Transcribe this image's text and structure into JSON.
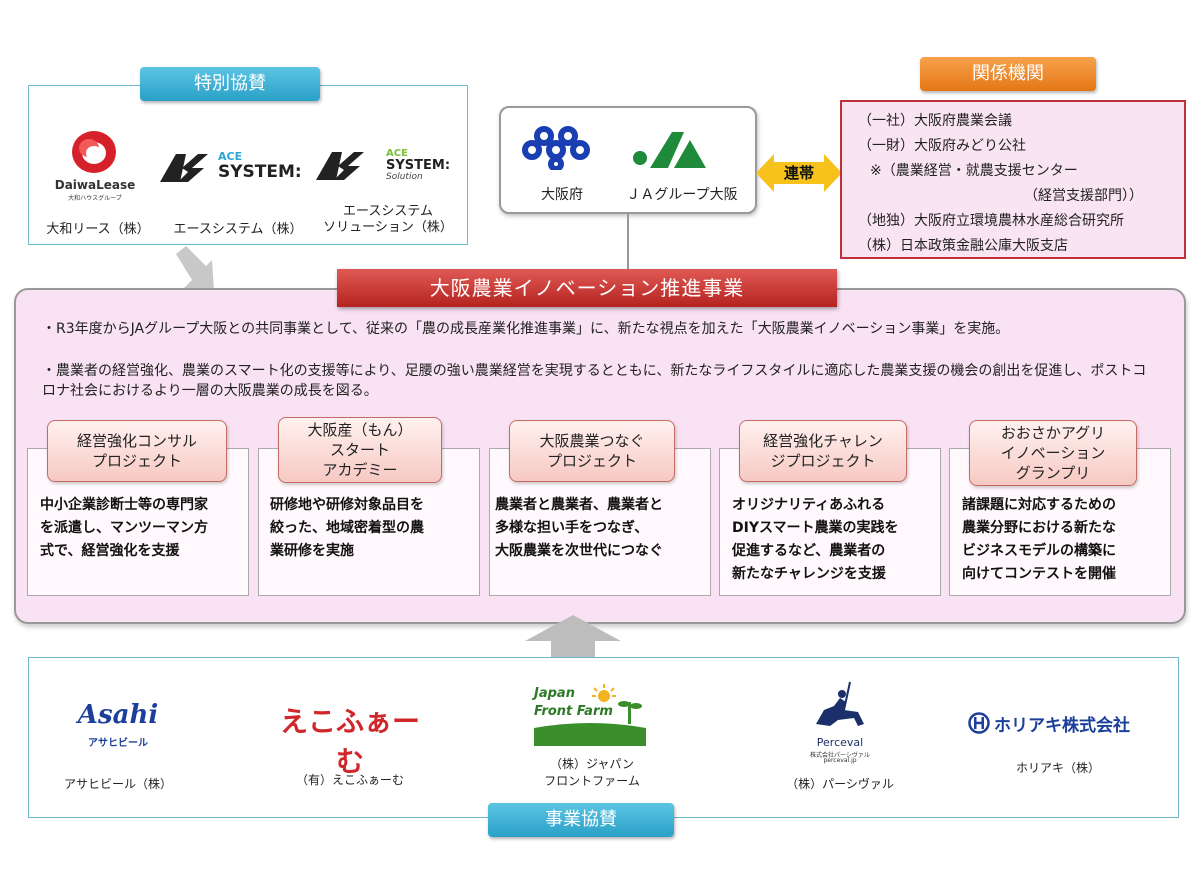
{
  "special_sponsor": {
    "tag": "特別協賛",
    "sponsors": [
      {
        "name": "大和リース（株）",
        "logo_text": "DaiwaLease",
        "logo_sub": "大和ハウスグループ"
      },
      {
        "name": "エースシステム（株）",
        "logo_mark": "AS",
        "logo_top": "ACE",
        "logo_bottom": "SYSTEM:"
      },
      {
        "name_line1": "エースシステム",
        "name_line2": "ソリューション（株）",
        "logo_mark": "AS",
        "logo_top": "ACE",
        "logo_bottom": "SYSTEM:",
        "logo_sub": "Solution"
      }
    ]
  },
  "center": {
    "left_label": "大阪府",
    "right_label": "ＪＡグループ大阪",
    "link_label": "連帯"
  },
  "related": {
    "tag": "関係機関",
    "lines": [
      "（一社）大阪府農業会議",
      "（一財）大阪府みどり公社",
      "※（農業経営・就農支援センター",
      "（経営支援部門））",
      "（地独）大阪府立環境農林水産総合研究所",
      "（株）日本政策金融公庫大阪支店"
    ]
  },
  "main": {
    "title": "大阪農業イノベーション推進事業",
    "intro1": "・R3年度からJAグループ大阪との共同事業として、従来の「農の成長産業化推進事業」に、新たな視点を加えた「大阪農業イノベーション事業」を実施。",
    "intro2": "・農業者の経営強化、農業のスマート化の支援等により、足腰の強い農業経営を実現するとともに、新たなライフスタイルに適応した農業支援の機会の創出を促進し、ポストコロナ社会におけるより一層の大阪農業の成長を図る。",
    "projects": [
      {
        "title_lines": [
          "経営強化コンサル",
          "プロジェクト"
        ],
        "desc_lines": [
          "中小企業診断士等の専門家",
          "を派遣し、マンツーマン方",
          "式で、経営強化を支援"
        ]
      },
      {
        "title_lines": [
          "大阪産（もん）",
          "スタート",
          "アカデミー"
        ],
        "desc_lines": [
          "研修地や研修対象品目を",
          "絞った、地域密着型の農",
          "業研修を実施"
        ]
      },
      {
        "title_lines": [
          "大阪農業つなぐ",
          "プロジェクト"
        ],
        "desc_lines": [
          "農業者と農業者、農業者と",
          "多様な担い手をつなぎ、",
          "大阪農業を次世代につなぐ"
        ]
      },
      {
        "title_lines": [
          "経営強化チャレン",
          "ジプロジェクト"
        ],
        "desc_lines": [
          "オリジナリティあふれる",
          "DIYスマート農業の実践を",
          "促進するなど、農業者の",
          "新たなチャレンジを支援"
        ]
      },
      {
        "title_lines": [
          "おおさかアグリ",
          "イノベーション",
          "グランプリ"
        ],
        "desc_lines": [
          "諸課題に対応するための",
          "農業分野における新たな",
          "ビジネスモデルの構築に",
          "向けてコンテストを開催"
        ]
      }
    ]
  },
  "business_sponsor": {
    "tag": "事業協賛",
    "sponsors": [
      {
        "name": "アサヒビール（株）",
        "logo_text": "Asahi",
        "logo_sub": "アサヒビール"
      },
      {
        "name": "（有）えこふぁーむ",
        "logo_text": "えこふぁーむ"
      },
      {
        "name_line1": "（株）ジャパン",
        "name_line2": "フロントファーム",
        "logo_line1": "Japan",
        "logo_line2": "Front Farm"
      },
      {
        "name": "（株）パーシヴァル",
        "logo_text": "Perceval",
        "logo_sub": "株式会社パーシヴァル",
        "logo_url": "perceval.jp"
      },
      {
        "name": "ホリアキ（株）",
        "logo_text": "ホリアキ株式会社"
      }
    ]
  },
  "colors": {
    "accent_blue": "#2aa0c7",
    "accent_orange": "#e57616",
    "title_red": "#b5231f",
    "pink_bg": "#f9e2f3"
  }
}
